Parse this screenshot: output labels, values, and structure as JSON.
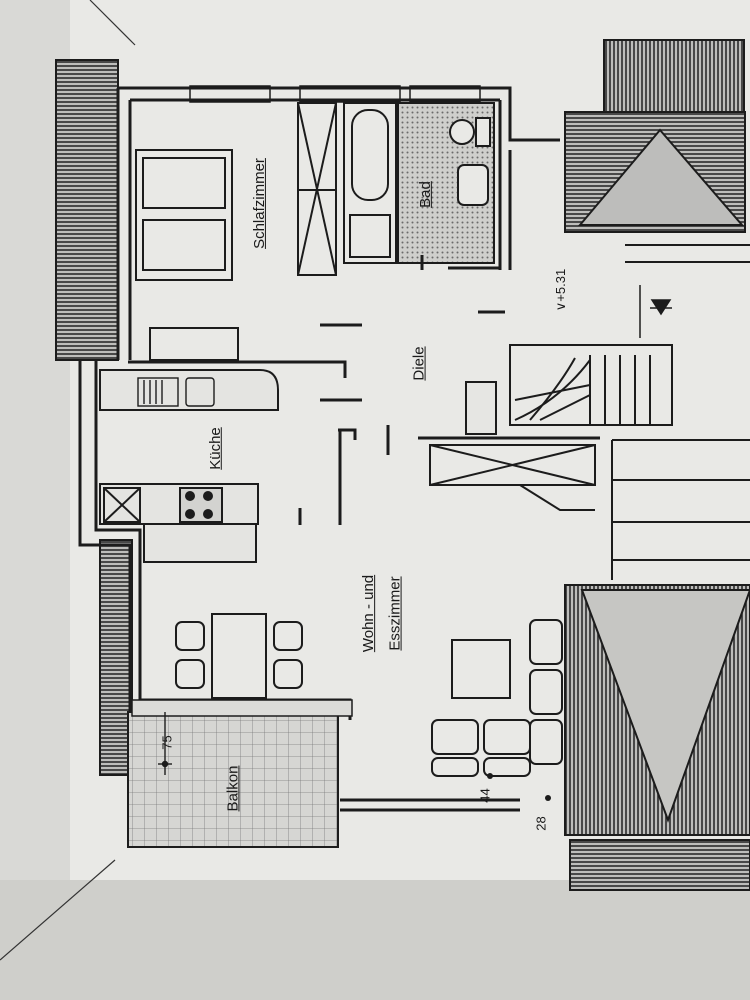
{
  "rooms": {
    "schlafzimmer": "Schlafzimmer",
    "bad": "Bad",
    "diele": "Diele",
    "kueche": "Küche",
    "wohn_line1": "Wohn - und",
    "wohn_line2": "Esszimmer",
    "balkon": "Balkon"
  },
  "dimensions": {
    "level": "∨+5.31",
    "balkon_dim": "75",
    "bottom_a": "44",
    "bottom_b": "28"
  },
  "colors": {
    "paper": "#e9e9e6",
    "ink": "#1c1c1c",
    "hatch": "#3a3a3a",
    "shade": "#9a9a98"
  }
}
